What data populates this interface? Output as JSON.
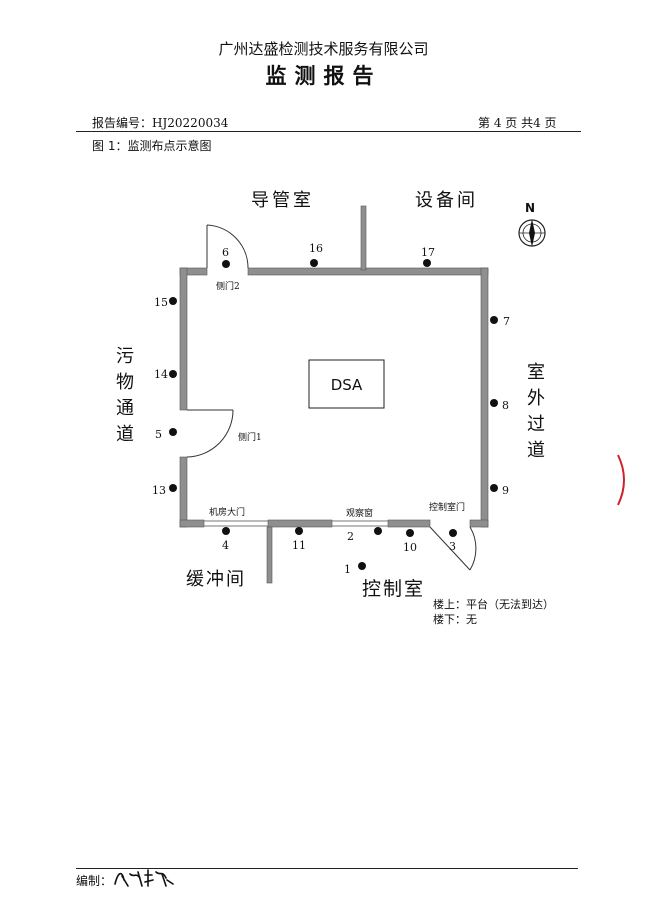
{
  "header": {
    "company": "广州达盛检测技术服务有限公司",
    "title": "监测报告",
    "report_no": "报告编号：HJ20220034",
    "page": "第 4 页  共4 页"
  },
  "figure": {
    "caption": "图 1：监测布点示意图",
    "north": "N",
    "dsa": "DSA",
    "rooms": {
      "catheter": "导管室",
      "equipment": "设备间",
      "sewage": [
        "污",
        "物",
        "通",
        "道"
      ],
      "outdoor": [
        "室",
        "外",
        "过",
        "道"
      ],
      "buffer": "缓冲间",
      "control": "控制室"
    },
    "doors": {
      "side2": "侧门2",
      "side1": "侧门1",
      "main": "机房大门",
      "window": "观察窗",
      "control_door": "控制室门"
    },
    "points": [
      "1",
      "2",
      "3",
      "4",
      "5",
      "6",
      "7",
      "8",
      "9",
      "10",
      "11",
      "13",
      "14",
      "15",
      "16",
      "17"
    ],
    "notes": [
      "楼上：平台（无法到达）",
      "楼下：无"
    ]
  },
  "footer": {
    "editor_label": "编制："
  },
  "colors": {
    "wall": "#8f8f8f",
    "ink": "#111111",
    "stamp": "#d02030"
  }
}
